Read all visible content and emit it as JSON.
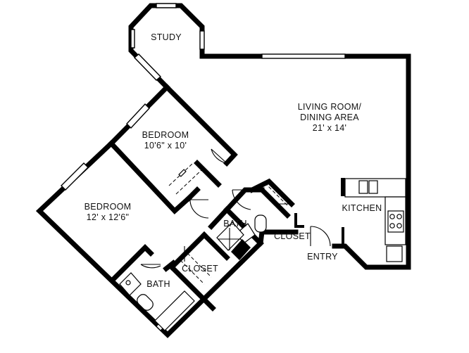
{
  "rooms": {
    "study": {
      "name": "STUDY"
    },
    "living": {
      "name": "LIVING ROOM/",
      "name2": "DINING AREA",
      "size": "21' x 14'"
    },
    "bedroom1": {
      "name": "BEDROOM",
      "size": "10'6\" x 10'"
    },
    "bedroom2": {
      "name": "BEDROOM",
      "size": "12' x 12'6\""
    },
    "kitchen": {
      "name": "KITCHEN"
    },
    "bath1": {
      "name": "BATH"
    },
    "bath2": {
      "name": "BATH"
    },
    "closet1": {
      "name": "CLOSET"
    },
    "closet2": {
      "name": "CLOSET"
    },
    "entry": {
      "name": "ENTRY"
    }
  }
}
